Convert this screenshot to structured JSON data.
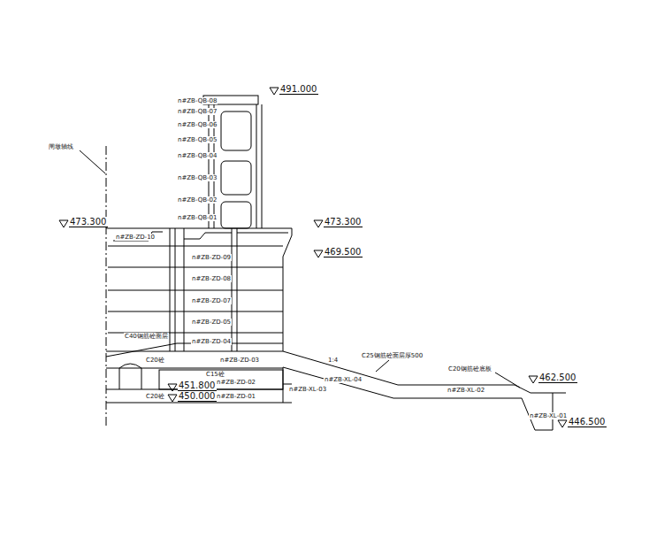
{
  "diagram": {
    "labels": [
      "491.000",
      "n#ZB-QB-08",
      "n#ZB-QB-07",
      "n#ZB-QB-06",
      "n#ZB-QB-05",
      "n#ZB-QB-04",
      "n#ZB-QB-03",
      "n#ZB-QB-02",
      "n#ZB-QB-01",
      "闸墩轴线",
      "473.300",
      "473.300",
      "469.500",
      "n#ZB-ZD-10",
      "n#ZB-ZD-09",
      "n#ZB-ZD-08",
      "n#ZB-ZD-07",
      "n#ZB-ZD-05",
      "n#ZB-ZD-04",
      "C40钢筋砼面层",
      "C20砼",
      "n#ZB-ZD-03",
      "C15砼",
      "n#ZB-ZD-02",
      "451.800",
      "C20砼",
      "450.000",
      "n#ZB-ZD-01",
      "n#ZB-XL-03",
      "1:4",
      "C25钢筋砼面层厚500",
      "n#ZB-XL-04",
      "C20钢筋砼底板",
      "462.500",
      "n#ZB-XL-02",
      "n#ZB-XL-01",
      "446.500"
    ]
  }
}
